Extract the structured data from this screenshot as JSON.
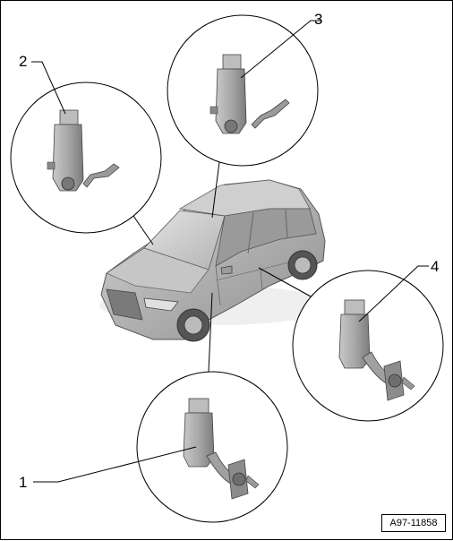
{
  "figure": {
    "reference_code": "A97-11858",
    "callouts": [
      {
        "number": "1",
        "depicts": "sensor assembly with angled bracket (front door area)"
      },
      {
        "number": "2",
        "depicts": "sensor housing on windshield frame (left)"
      },
      {
        "number": "3",
        "depicts": "sensor housing on roof frame (center)"
      },
      {
        "number": "4",
        "depicts": "sensor assembly with angled bracket (rear door area)"
      }
    ]
  }
}
